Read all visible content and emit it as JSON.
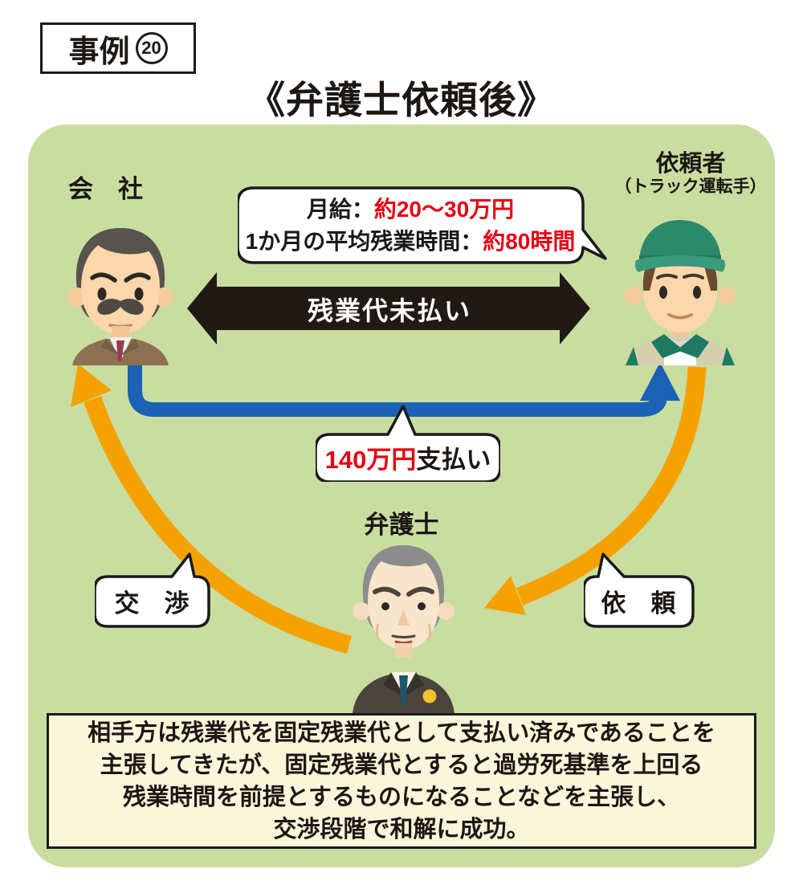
{
  "badge": {
    "prefix": "事例",
    "circled_number": "20"
  },
  "title": "《弁護士依頼後》",
  "actors": {
    "company": {
      "label": "会　社"
    },
    "client": {
      "label": "依頼者",
      "sublabel": "（トラック運転手）"
    },
    "lawyer": {
      "label": "弁護士"
    }
  },
  "callouts": {
    "salary_bubble": {
      "line1_prefix": "月給：",
      "line1_highlight": "約20～30万円",
      "line2_prefix": "1か月の平均残業時間：",
      "line2_highlight": "約80時間"
    },
    "payment": {
      "highlight": "140万円",
      "suffix": "支払い"
    },
    "negotiation": "交　渉",
    "request": "依　頼"
  },
  "arrows": {
    "unpaid_overtime": "残業代未払い"
  },
  "summary": {
    "lines": [
      "相手方は残業代を固定残業代として支払い済みであることを",
      "主張してきたが、固定残業代とすると過労死基準を上回る",
      "残業時間を前提とするものになることなどを主張し、",
      "交渉段階で和解に成功。"
    ]
  },
  "colors": {
    "panel_green": "#c9dda1",
    "arrow_black": "#211a14",
    "arrow_blue": "#1b61b5",
    "arrow_orange": "#f5a200",
    "highlight_red": "#e60012",
    "summary_bg": "#faf6da"
  }
}
